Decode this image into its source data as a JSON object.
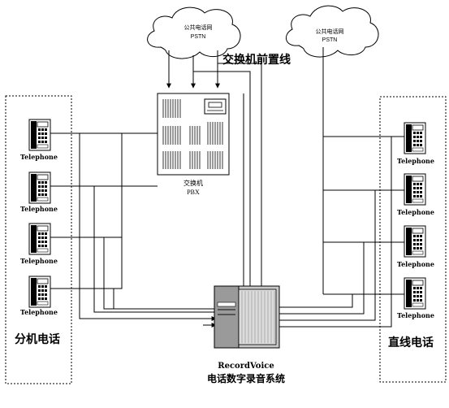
{
  "clouds": {
    "left": {
      "line1": "公共电话网",
      "line2": "PSTN"
    },
    "right": {
      "line1": "公共电话网",
      "line2": "PSTN"
    }
  },
  "pbx": {
    "line1": "交换机",
    "line2": "PBX",
    "trunk_label": "交换机前置线"
  },
  "groups": {
    "left_title": "分机电话",
    "right_title": "直线电话"
  },
  "telephone_label": "Telephone",
  "recorder": {
    "line1": "RecordVoice",
    "line2": "电话数字录音系统"
  }
}
